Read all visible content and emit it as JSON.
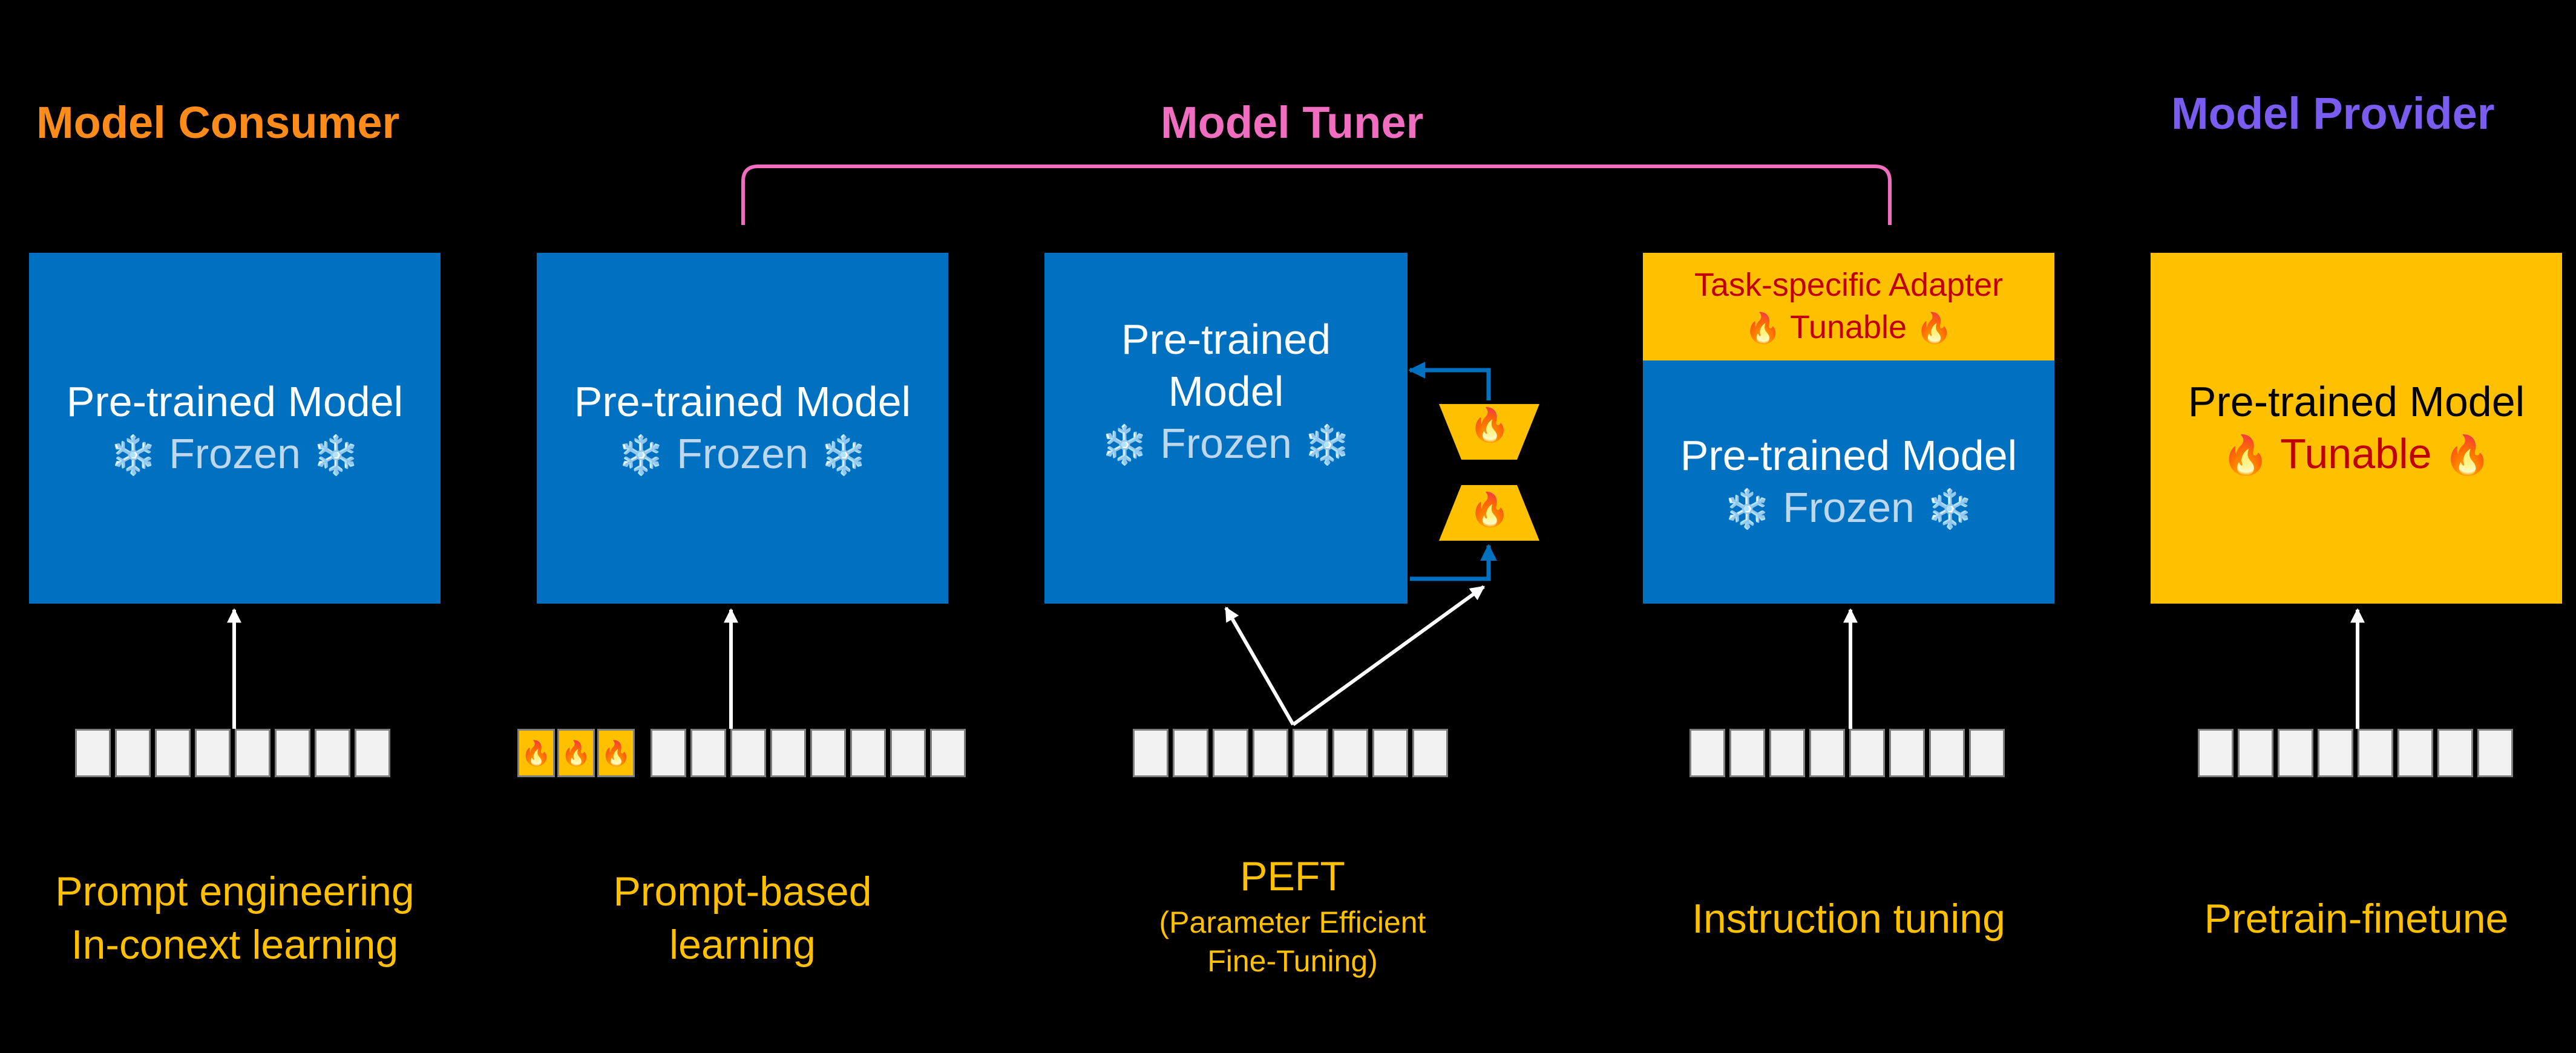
{
  "roles": {
    "consumer": "Model Consumer",
    "tuner": "Model Tuner",
    "provider": "Model Provider"
  },
  "colors": {
    "consumer": "#FF8C1A",
    "tuner": "#F06DC0",
    "provider": "#7B5CF0",
    "model_blue": "#0070C0",
    "tunable_gold": "#FFC000",
    "tunable_red": "#C00000",
    "frozen_text": "#BDD7EE",
    "caption": "#FFC000"
  },
  "icons": {
    "frozen": "snowflake-icon",
    "tunable": "fire-icon"
  },
  "panels": [
    {
      "model_line1": "Pre-trained Model",
      "state": "Frozen",
      "caption1": "Prompt engineering",
      "caption2": "In-conext learning"
    },
    {
      "model_line1": "Pre-trained Model",
      "state": "Frozen",
      "caption1": "Prompt-based",
      "caption2": "learning"
    },
    {
      "model_line1": "Pre-trained",
      "model_line2": "Model",
      "state": "Frozen",
      "caption1": "PEFT",
      "caption2": "(Parameter Efficient",
      "caption3": "Fine-Tuning)"
    },
    {
      "adapter_line1": "Task-specific Adapter",
      "adapter_state": "Tunable",
      "model_line1": "Pre-trained Model",
      "state": "Frozen",
      "caption1": "Instruction tuning"
    },
    {
      "model_line1": "Pre-trained Model",
      "state": "Tunable",
      "caption1": "Pretrain-finetune"
    }
  ]
}
